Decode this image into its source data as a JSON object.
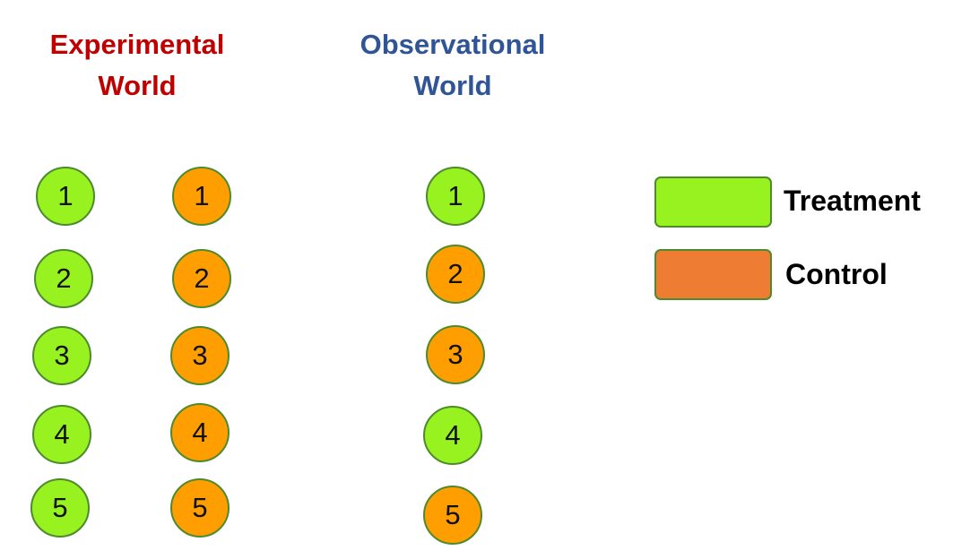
{
  "colors": {
    "treatment": "#97f21f",
    "control": "#ff9e00",
    "control_legend": "#ee7d33",
    "experimental_heading": "#c00000",
    "observational_heading": "#2f5597",
    "circle_border": "#4e8a2e"
  },
  "headings": {
    "experimental": {
      "line1": "Experimental",
      "line2": "World"
    },
    "observational": {
      "line1": "Observational",
      "line2": "World"
    }
  },
  "experimental_world": {
    "treatment_column": [
      {
        "label": "1",
        "group": "treatment"
      },
      {
        "label": "2",
        "group": "treatment"
      },
      {
        "label": "3",
        "group": "treatment"
      },
      {
        "label": "4",
        "group": "treatment"
      },
      {
        "label": "5",
        "group": "treatment"
      }
    ],
    "control_column": [
      {
        "label": "1",
        "group": "control"
      },
      {
        "label": "2",
        "group": "control"
      },
      {
        "label": "3",
        "group": "control"
      },
      {
        "label": "4",
        "group": "control"
      },
      {
        "label": "5",
        "group": "control"
      }
    ]
  },
  "observational_world": {
    "column": [
      {
        "label": "1",
        "group": "treatment"
      },
      {
        "label": "2",
        "group": "control"
      },
      {
        "label": "3",
        "group": "control"
      },
      {
        "label": "4",
        "group": "treatment"
      },
      {
        "label": "5",
        "group": "control"
      }
    ]
  },
  "legend": {
    "treatment_label": "Treatment",
    "control_label": "Control"
  }
}
